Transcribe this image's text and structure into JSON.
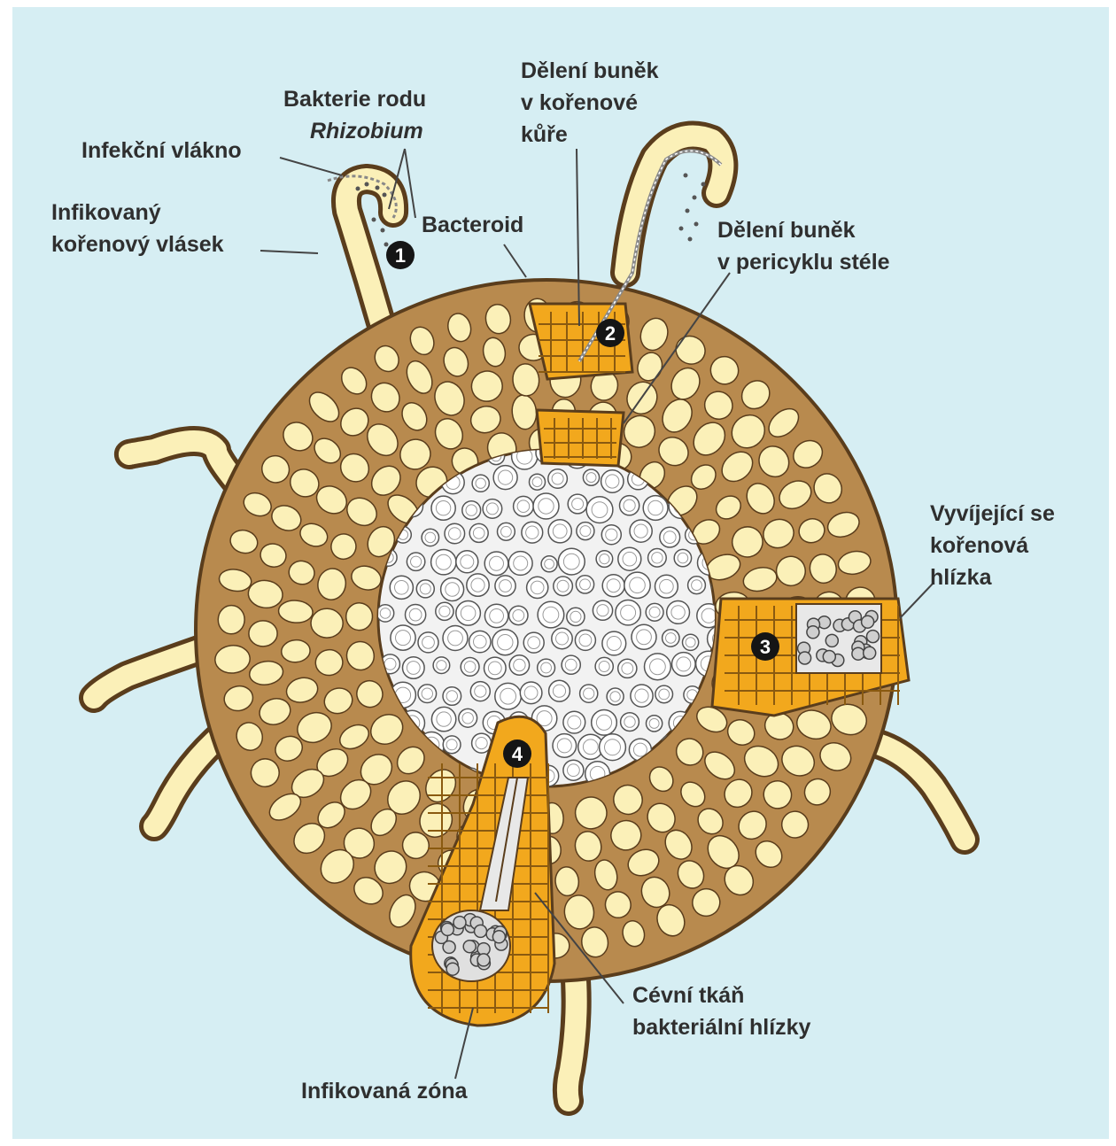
{
  "colors": {
    "background": "#d6eef3",
    "cortex_tissue": "#b88a4e",
    "cell": "#fbf0b8",
    "meristem": "#f2a81d",
    "stele_cell": "#f2f2f2",
    "outline": "#5a3d1c"
  },
  "labels": {
    "bacteria_line1": "Bakterie rodu",
    "bacteria_line2": "Rhizobium",
    "infection_thread": "Infekční vlákno",
    "infected_hair_line1": "Infikovaný",
    "infected_hair_line2": "kořenový vlásek",
    "bacteroid": "Bacteroid",
    "cortex_division_line1": "Dělení buněk",
    "cortex_division_line2": "v kořenové",
    "cortex_division_line3": "kůře",
    "pericycle_division_line1": "Dělení buněk",
    "pericycle_division_line2": "v pericyklu stéle",
    "developing_nodule_line1": "Vyvíjející se",
    "developing_nodule_line2": "kořenová",
    "developing_nodule_line3": "hlízka",
    "vascular_line1": "Cévní tkáň",
    "vascular_line2": "bakteriální hlízky",
    "infected_zone": "Infikovaná zóna"
  },
  "stages": [
    "1",
    "2",
    "3",
    "4"
  ]
}
